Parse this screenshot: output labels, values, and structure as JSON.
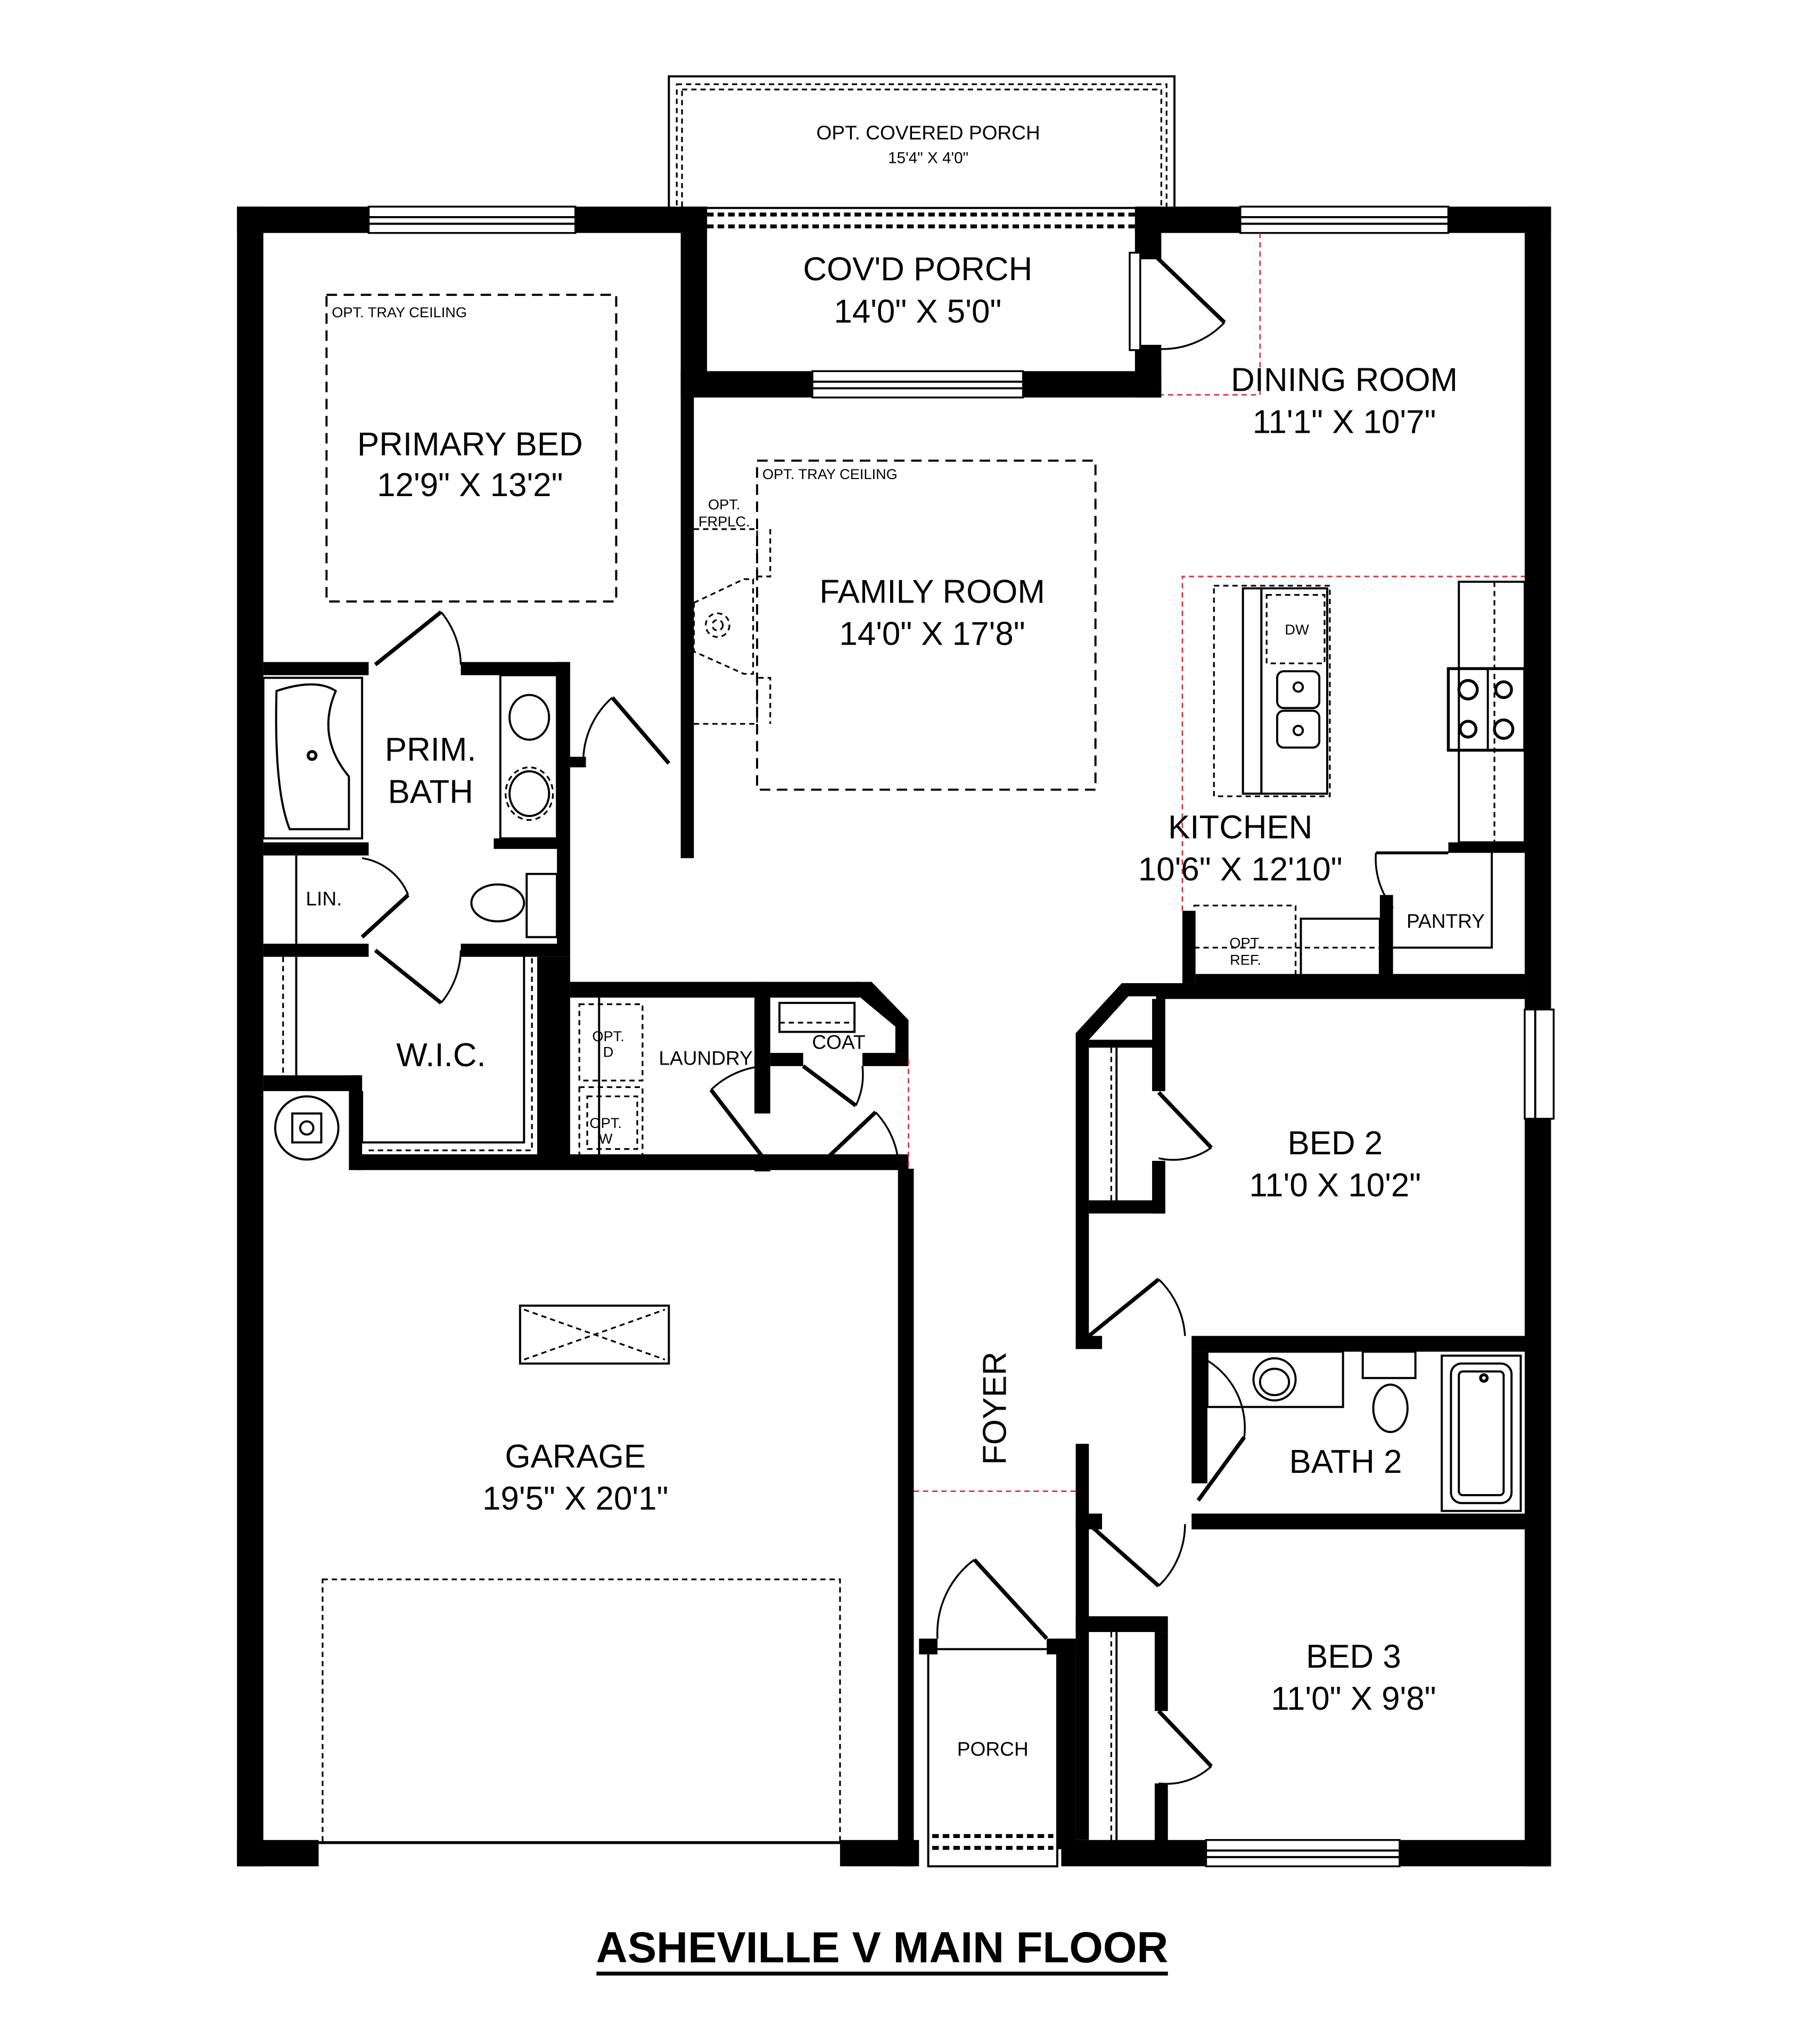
{
  "plan": {
    "title": "ASHEVILLE V MAIN FLOOR",
    "colors": {
      "wall": "#000000",
      "background": "#ffffff",
      "zone_line": "#d0313d"
    },
    "rooms": {
      "opt_covered_porch": {
        "name": "OPT. COVERED PORCH",
        "size": "15'4\" X 4'0\""
      },
      "covd_porch": {
        "name": "COV'D PORCH",
        "size": "14'0\" X 5'0\""
      },
      "primary_bed": {
        "name": "PRIMARY BED",
        "size": "12'9\" X 13'2\"",
        "note": "OPT. TRAY CEILING"
      },
      "family_room": {
        "name": "FAMILY ROOM",
        "size": "14'0\" X 17'8\"",
        "note": "OPT. TRAY CEILING"
      },
      "dining_room": {
        "name": "DINING ROOM",
        "size": "11'1\" X 10'7\""
      },
      "kitchen": {
        "name": "KITCHEN",
        "size": "10'6\" X 12'10\""
      },
      "prim_bath": {
        "line1": "PRIM.",
        "line2": "BATH"
      },
      "linen": {
        "name": "LIN."
      },
      "wic": {
        "name": "W.I.C."
      },
      "laundry": {
        "name": "LAUNDRY"
      },
      "coat": {
        "name": "COAT"
      },
      "pantry": {
        "name": "PANTRY"
      },
      "bed2": {
        "name": "BED 2",
        "size": "11'0 X 10'2\""
      },
      "bath2": {
        "name": "BATH 2"
      },
      "bed3": {
        "name": "BED 3",
        "size": "11'0\" X 9'8\""
      },
      "foyer": {
        "name": "FOYER"
      },
      "porch": {
        "name": "PORCH"
      },
      "garage": {
        "name": "GARAGE",
        "size": "19'5\" X 20'1\""
      }
    },
    "fixtures": {
      "fireplace_line1": "OPT.",
      "fireplace_line2": "FRPLC.",
      "dishwasher": "DW",
      "opt_ref_line1": "OPT.",
      "opt_ref_line2": "REF.",
      "opt_dryer_line1": "OPT.",
      "opt_dryer_line2": "D",
      "opt_washer_line1": "OPT.",
      "opt_washer_line2": "W"
    }
  }
}
